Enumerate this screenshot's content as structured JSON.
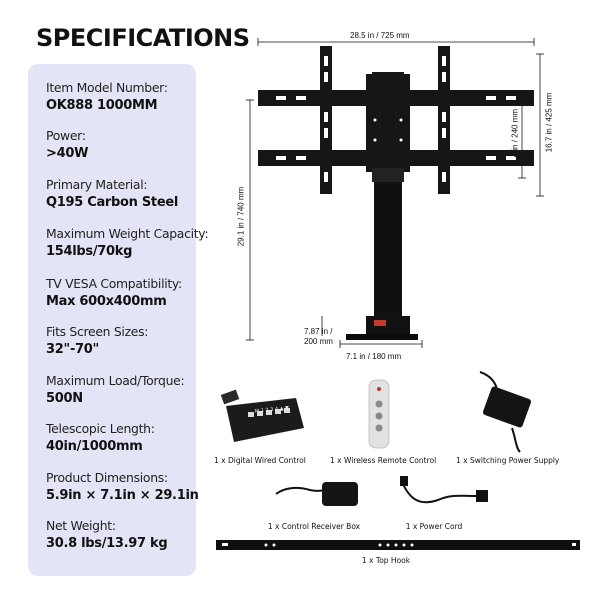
{
  "title": "SPECIFICATIONS",
  "specs": [
    {
      "label": "Item Model Number:",
      "value": "OK888 1000MM"
    },
    {
      "label": "Power:",
      "value": ">40W"
    },
    {
      "label": "Primary Material:",
      "value": "Q195 Carbon Steel"
    },
    {
      "label": "Maximum Weight Capacity:",
      "value": "154lbs/70kg"
    },
    {
      "label": "TV VESA Compatibility:",
      "value": "Max 600x400mm"
    },
    {
      "label": "Fits Screen Sizes:",
      "value": "32\"-70\""
    },
    {
      "label": "Maximum Load/Torque:",
      "value": "500N"
    },
    {
      "label": "Telescopic Length:",
      "value": "40in/1000mm"
    },
    {
      "label": "Product Dimensions:",
      "value": "5.9in × 7.1in × 29.1in"
    },
    {
      "label": "Net Weight:",
      "value": "30.8 lbs/13.97 kg"
    }
  ],
  "dimensions": {
    "width_top": "28.5 in / 725 mm",
    "height_total": "29.1 in / 740 mm",
    "height_mount": "9.4 in / 240 mm",
    "height_bracket": "16.7 in / 425 mm",
    "base_depth_in": "7.87 in /",
    "base_depth_mm": "200 mm",
    "base_width": "7.1 in / 180 mm"
  },
  "accessories": {
    "digital_control": "1 x Digital Wired Control",
    "remote": "1 x Wireless Remote Control",
    "power_supply": "1 x Switching Power Supply",
    "receiver_box": "1 x Control Receiver Box",
    "power_cord": "1 x Power Cord",
    "top_hook": "1 x Top Hook"
  },
  "keypad_label": "M 1 2 3 4 ▲ ▼"
}
